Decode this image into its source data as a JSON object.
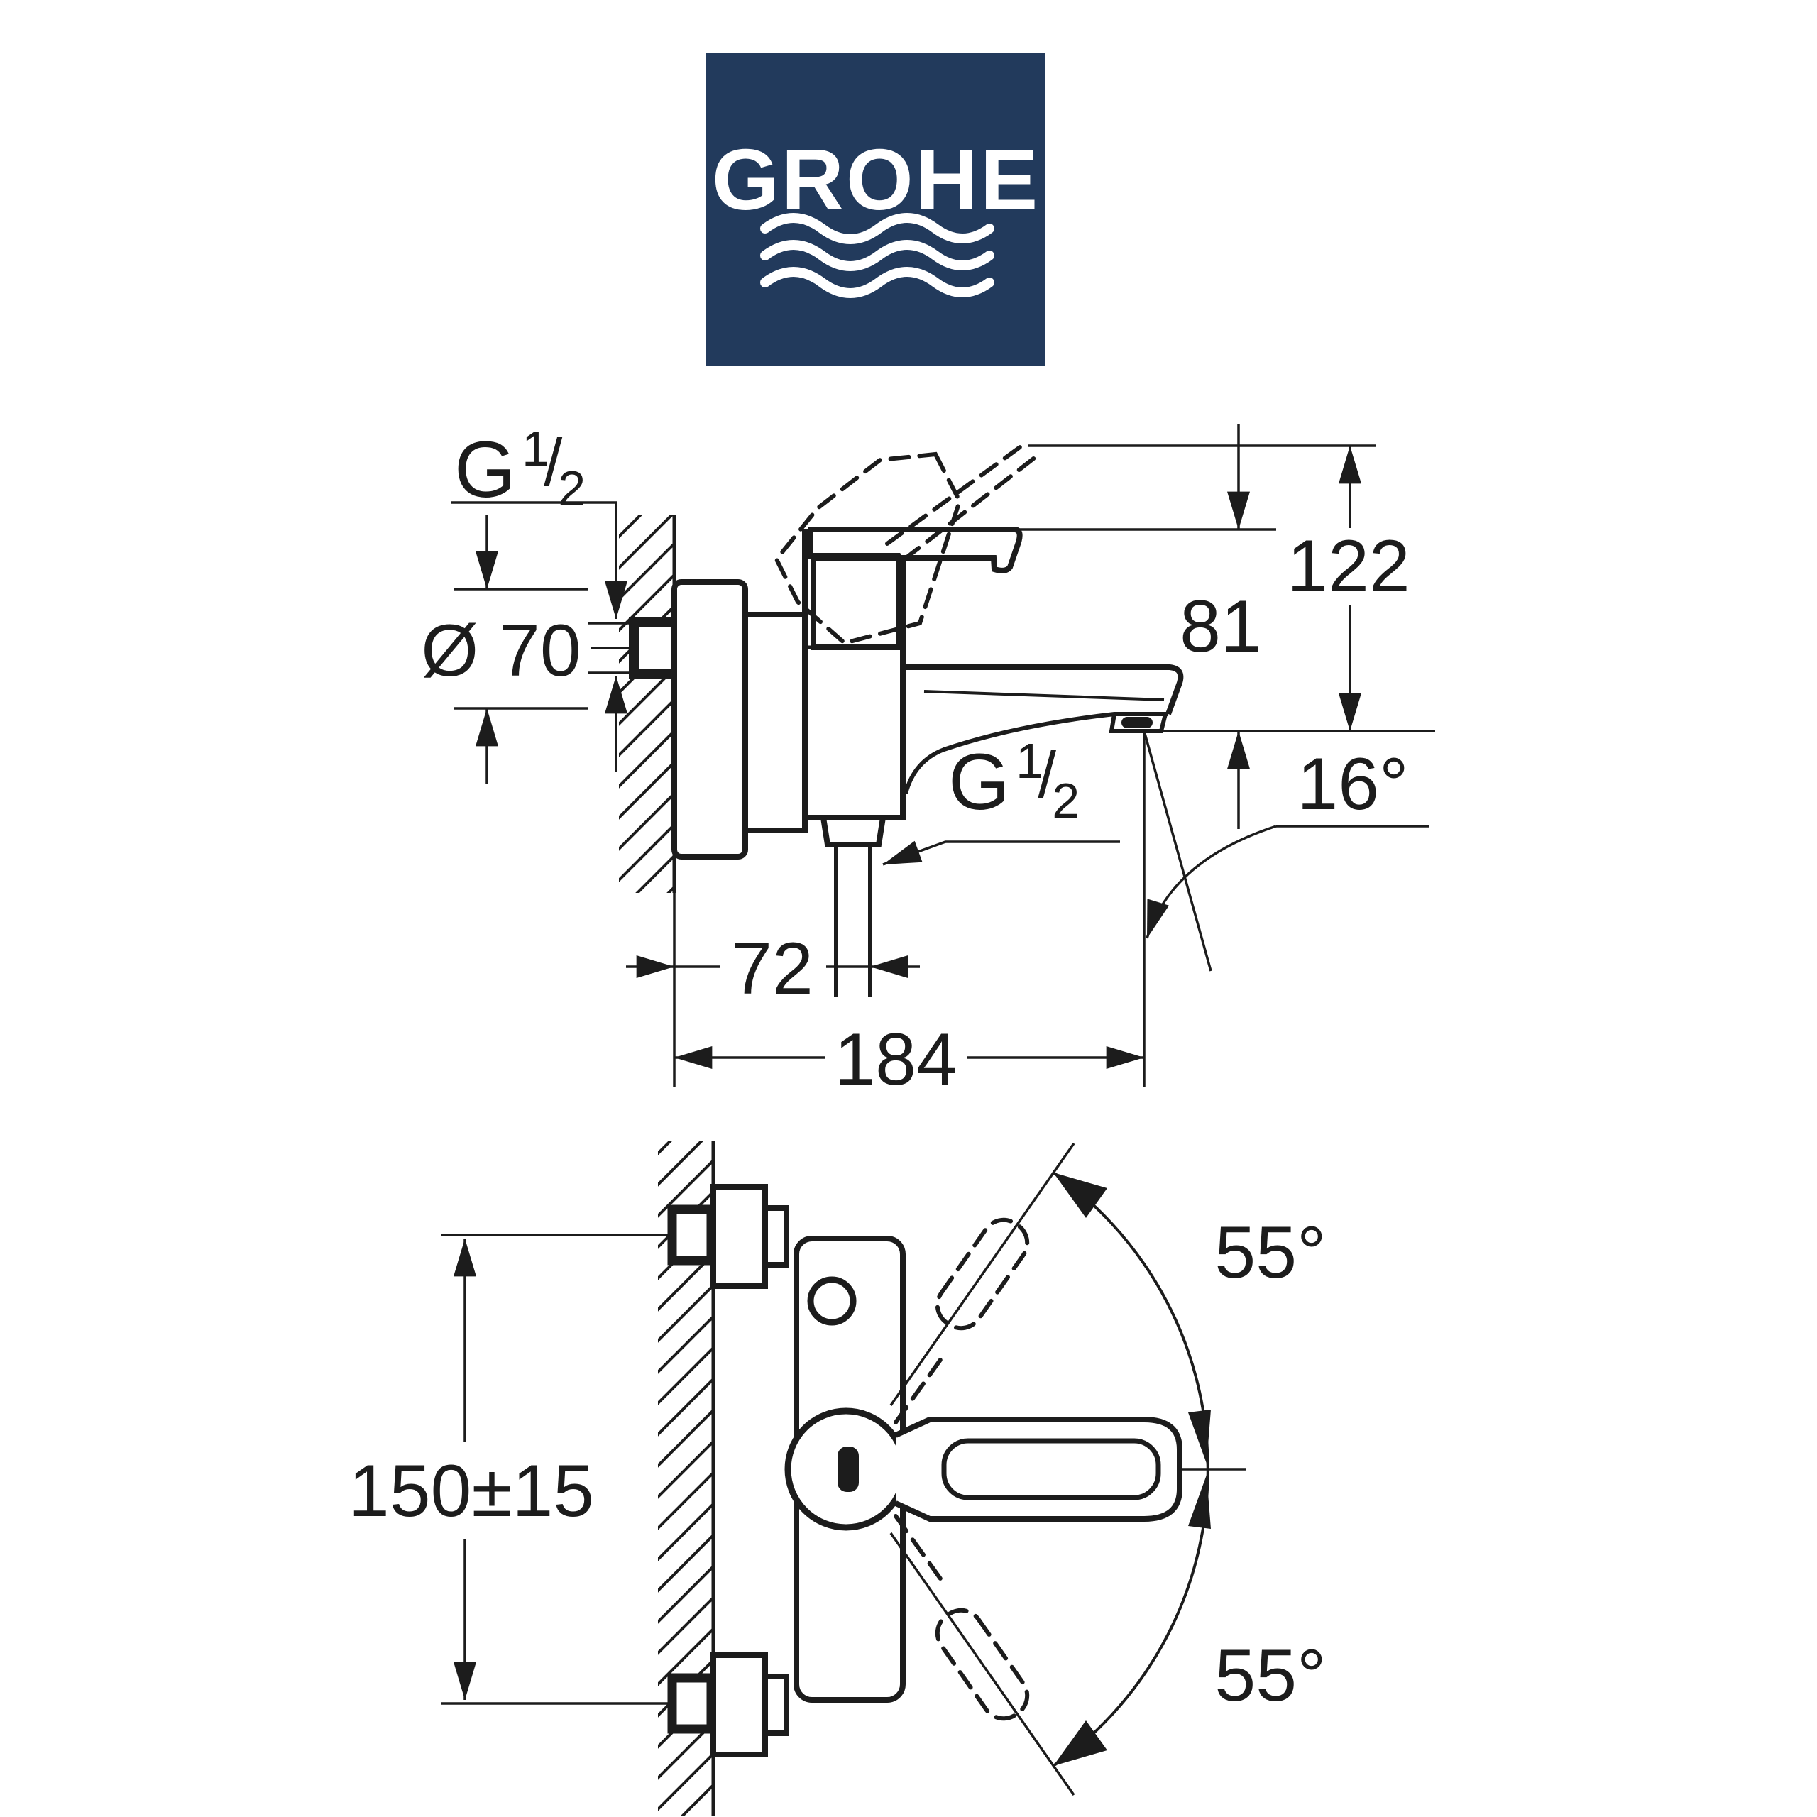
{
  "logo": {
    "brand": "GROHE",
    "background_color": "#223A5C",
    "text_color": "#FFFFFF",
    "waves_icon": "three-wave-lines"
  },
  "side_view": {
    "thread_top": {
      "base": "G",
      "numerator": "1",
      "slash": "/",
      "denominator": "2"
    },
    "diameter_label": "Ø 70",
    "overall_height": "122",
    "spout_height": "81",
    "spout_angle": "16°",
    "thread_bottom": {
      "base": "G",
      "numerator": "1",
      "slash": "/",
      "denominator": "2"
    },
    "wall_to_outlet": "72",
    "projection": "184"
  },
  "front_view": {
    "connection_distance": "150±15",
    "handle_swing_up": "55°",
    "handle_swing_down": "55°"
  },
  "drawing": {
    "line_color": "#1C1C1C",
    "background": "#FFFFFF"
  }
}
